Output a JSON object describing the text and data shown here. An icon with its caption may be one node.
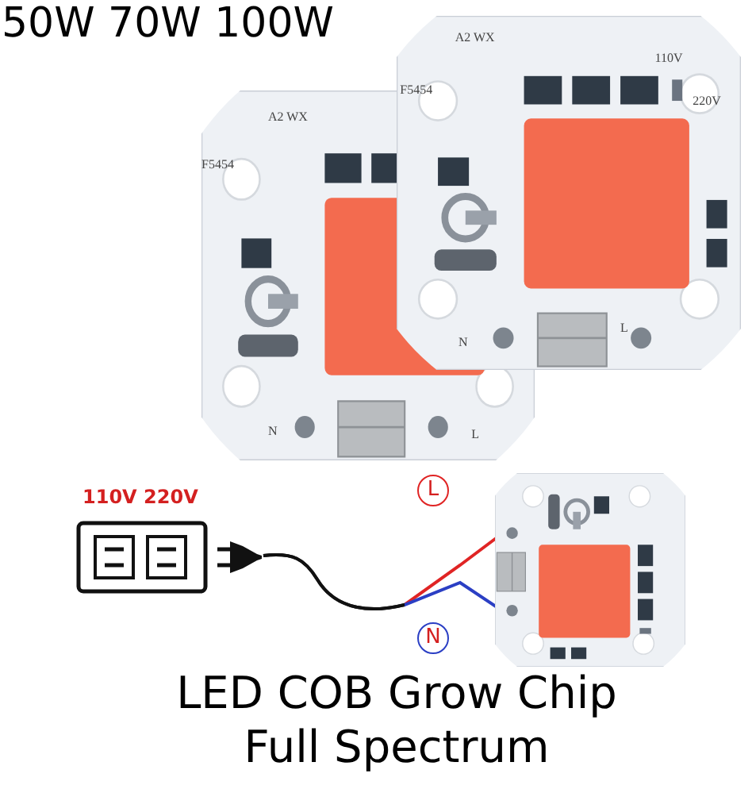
{
  "diagram": {
    "title": "50W 70W 100W",
    "caption": "LED COB Grow Chip Full Spectrum",
    "nodes": [
      {
        "text": [
          "A2 WX",
          "F5454",
          "110V",
          "220V",
          "N",
          "L"
        ]
      },
      {
        "text": [
          "A2 WX",
          "F5454",
          "N",
          "L"
        ]
      },
      {
        "text": [],
        "shape": "picture",
        "beside": [
          "110V 220V"
        ]
      },
      {
        "text": [],
        "shape": "picture"
      }
    ],
    "edges": [
      {
        "from": 2,
        "to": 3,
        "arrow": "none",
        "label": "L",
        "color": "#e02424"
      },
      {
        "from": 2,
        "to": 3,
        "arrow": "none",
        "label": "N",
        "color": "#2b3fc4"
      }
    ]
  }
}
